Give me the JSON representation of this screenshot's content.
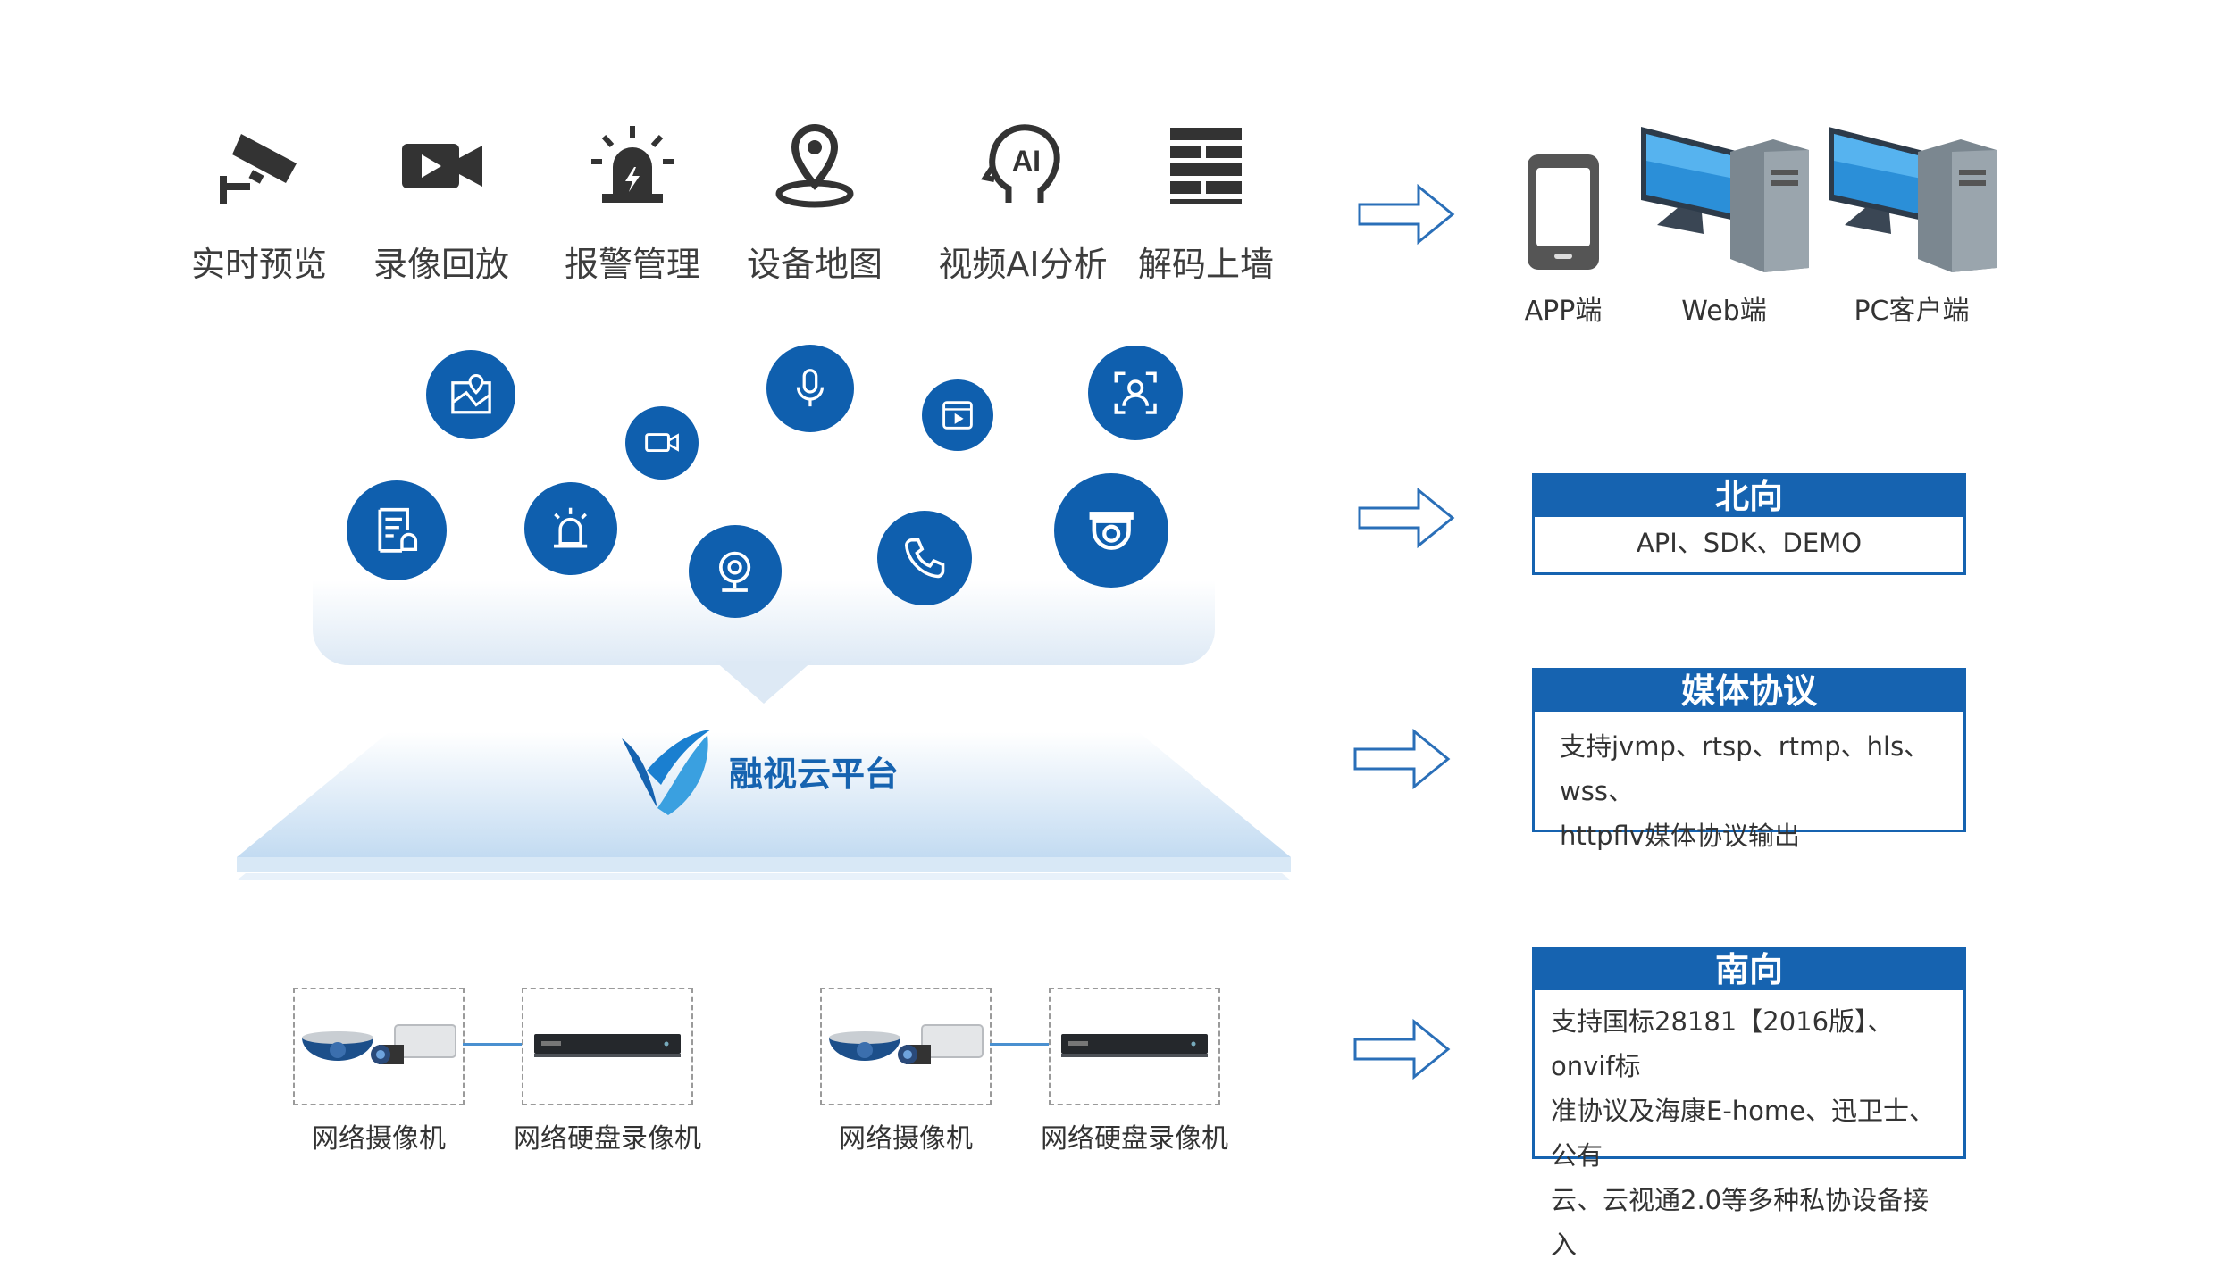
{
  "features": [
    {
      "label": "实时预览",
      "icon": "cctv-camera-icon"
    },
    {
      "label": "录像回放",
      "icon": "video-playback-icon"
    },
    {
      "label": "报警管理",
      "icon": "alarm-siren-icon"
    },
    {
      "label": "设备地图",
      "icon": "map-pin-icon"
    },
    {
      "label": "视频AI分析",
      "icon": "ai-head-icon"
    },
    {
      "label": "解码上墙",
      "icon": "video-wall-icon"
    }
  ],
  "clients": [
    {
      "label": "APP端",
      "icon": "mobile-phone-icon"
    },
    {
      "label": "Web端",
      "icon": "desktop-computer-icon"
    },
    {
      "label": "PC客户端",
      "icon": "desktop-computer-icon"
    }
  ],
  "platform": {
    "name": "融视云平台",
    "logo": "v-logo"
  },
  "bubbles": [
    "map-icon",
    "video-camera-icon",
    "microphone-icon",
    "media-player-icon",
    "face-recognition-icon",
    "document-alarm-icon",
    "siren-icon",
    "webcam-icon",
    "phone-icon",
    "dome-camera-icon"
  ],
  "boxes": {
    "north": {
      "title": "北向",
      "text": "API、SDK、DEMO"
    },
    "media": {
      "title": "媒体协议",
      "lines": [
        "支持jvmp、rtsp、rtmp、hls、wss、",
        "httpflv媒体协议输出"
      ]
    },
    "south": {
      "title": "南向",
      "lines": [
        "支持国标28181【2016版】、onvif标",
        "准协议及海康E-home、迅卫士、公有",
        "云、云视通2.0等多种私协设备接入"
      ]
    }
  },
  "devices": [
    {
      "camera_label": "网络摄像机",
      "nvr_label": "网络硬盘录像机"
    },
    {
      "camera_label": "网络摄像机",
      "nvr_label": "网络硬盘录像机"
    }
  ],
  "colors": {
    "brand_blue": "#1663b0",
    "bubble_blue": "#0f5fae",
    "icon_dark": "#333333"
  }
}
